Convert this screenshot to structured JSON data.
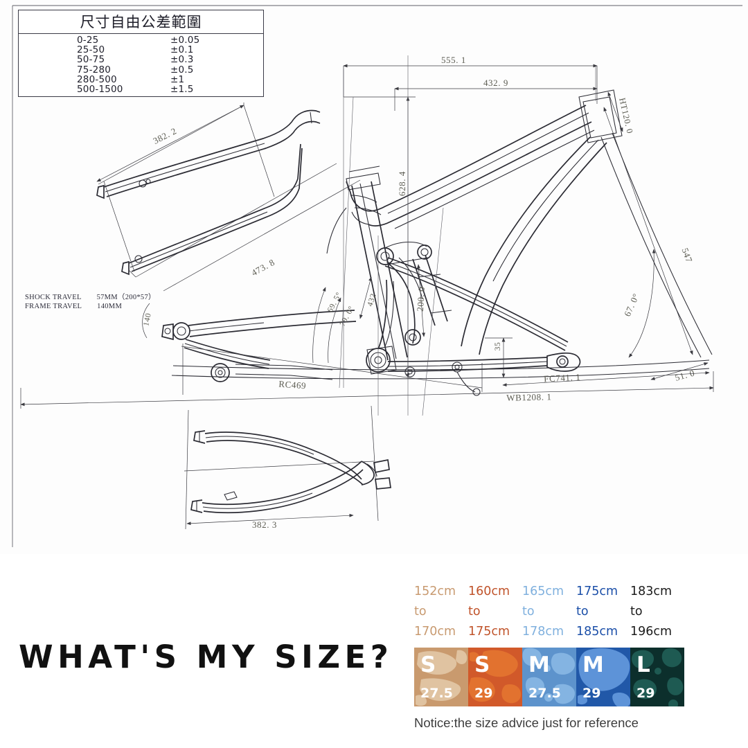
{
  "tolerance_table": {
    "title": "尺寸自由公差範圍",
    "rows": [
      {
        "range": "0-25",
        "tolerance": "±0.05"
      },
      {
        "range": "25-50",
        "tolerance": "±0.1"
      },
      {
        "range": "50-75",
        "tolerance": "±0.3"
      },
      {
        "range": "75-280",
        "tolerance": "±0.5"
      },
      {
        "range": "280-500",
        "tolerance": "±1"
      },
      {
        "range": "500-1500",
        "tolerance": "±1.5"
      }
    ]
  },
  "travel_notes": {
    "shock_label": "SHOCK  TRAVEL",
    "shock_value": "57MM（200*57）",
    "frame_label": "FRAME  TRAVEL",
    "frame_value": "140MM"
  },
  "drawing": {
    "title": "bicycle-frame-technical-drawing",
    "dimensions": {
      "stack_width_total": "555. 1",
      "reach_width": "432. 9",
      "stack_height": "628. 4",
      "head_tube": "HT120. 0",
      "seat_tube_length": "547",
      "head_angle": "67. 0°",
      "fork_offset": "51. 0",
      "seatstay_upper": "382. 2",
      "seat_tube_effective": "473. 8",
      "shock_eye_arc": "140",
      "seat_angle_actual": "69. 5°",
      "seat_angle_effective": "79. 0°",
      "seat_tube_432": "432",
      "shock_length": "200. 0",
      "bb_drop": "35",
      "chainstay": "RC469",
      "front_center": "FC741. 1",
      "wheelbase": "WB1208. 1",
      "swingarm_width": "382. 3"
    }
  },
  "size_guide": {
    "headline": "WHAT'S MY SIZE?",
    "notice": "Notice:the size advice just for reference",
    "columns": [
      {
        "height_from": "152cm",
        "connector": "to",
        "height_to": "170cm",
        "size": "S",
        "wheel": "27.5",
        "text_color": "#c89a70",
        "tile_color": "#c99a6e",
        "tile_blob": "#e0c3a1"
      },
      {
        "height_from": "160cm",
        "connector": "to",
        "height_to": "175cm",
        "size": "S",
        "wheel": "29",
        "text_color": "#c0532a",
        "tile_color": "#d1592a",
        "tile_blob": "#e2722f"
      },
      {
        "height_from": "165cm",
        "connector": "to",
        "height_to": "178cm",
        "size": "M",
        "wheel": "27.5",
        "text_color": "#7fb0de",
        "tile_color": "#5d93cc",
        "tile_blob": "#84b4e2"
      },
      {
        "height_from": "175cm",
        "connector": "to",
        "height_to": "185cm",
        "size": "M",
        "wheel": "29",
        "text_color": "#1b4fa8",
        "tile_color": "#2158a8",
        "tile_blob": "#5d93d8"
      },
      {
        "height_from": "183cm",
        "connector": "to",
        "height_to": "196cm",
        "size": "L",
        "wheel": "29",
        "text_color": "#1c1c1c",
        "tile_color": "#0c2f2c",
        "tile_blob": "#1e5a52"
      }
    ]
  }
}
